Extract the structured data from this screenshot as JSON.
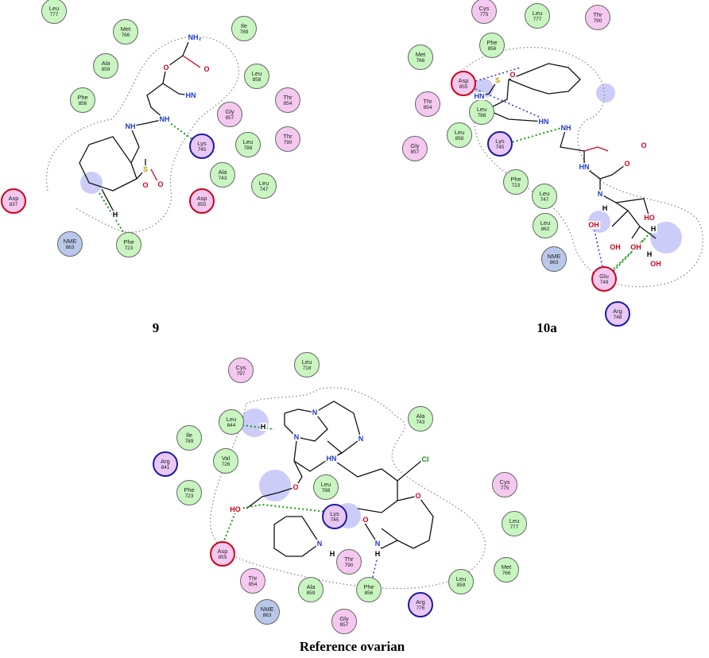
{
  "panels": {
    "p9": {
      "caption": "9",
      "residues": [
        {
          "n": "Leu",
          "i": "777",
          "t": "hydro"
        },
        {
          "n": "Met",
          "i": "766",
          "t": "hydro"
        },
        {
          "n": "Ile",
          "i": "789",
          "t": "hydro"
        },
        {
          "n": "Ala",
          "i": "859",
          "t": "hydro"
        },
        {
          "n": "Phe",
          "i": "856",
          "t": "hydro"
        },
        {
          "n": "Leu",
          "i": "858",
          "t": "hydro"
        },
        {
          "n": "Thr",
          "i": "854",
          "t": "polar"
        },
        {
          "n": "Gly",
          "i": "857",
          "t": "polar"
        },
        {
          "n": "Lys",
          "i": "745",
          "t": "basic"
        },
        {
          "n": "Leu",
          "i": "788",
          "t": "hydro"
        },
        {
          "n": "Thr",
          "i": "790",
          "t": "polar"
        },
        {
          "n": "Ala",
          "i": "743",
          "t": "hydro"
        },
        {
          "n": "Leu",
          "i": "747",
          "t": "hydro"
        },
        {
          "n": "Asp",
          "i": "855",
          "t": "acid"
        },
        {
          "n": "Asp",
          "i": "837",
          "t": "acid"
        },
        {
          "n": "NME",
          "i": "863",
          "t": "other"
        },
        {
          "n": "Phe",
          "i": "723",
          "t": "hydro"
        }
      ],
      "atoms": [
        "NH₂",
        "O",
        "O",
        "HN",
        "NH",
        "NH",
        "O",
        "S",
        "O",
        "H"
      ]
    },
    "p10a": {
      "caption": "10a",
      "residues": [
        {
          "n": "Cys",
          "i": "775",
          "t": "polar"
        },
        {
          "n": "Leu",
          "i": "777",
          "t": "hydro"
        },
        {
          "n": "Thr",
          "i": "790",
          "t": "polar"
        },
        {
          "n": "Met",
          "i": "766",
          "t": "hydro"
        },
        {
          "n": "Phe",
          "i": "856",
          "t": "hydro"
        },
        {
          "n": "Asp",
          "i": "855",
          "t": "acid"
        },
        {
          "n": "Thr",
          "i": "854",
          "t": "polar"
        },
        {
          "n": "Leu",
          "i": "788",
          "t": "hydro"
        },
        {
          "n": "Lys",
          "i": "745",
          "t": "basic"
        },
        {
          "n": "Leu",
          "i": "858",
          "t": "hydro"
        },
        {
          "n": "Gly",
          "i": "857",
          "t": "polar"
        },
        {
          "n": "Phe",
          "i": "723",
          "t": "hydro"
        },
        {
          "n": "Leu",
          "i": "747",
          "t": "hydro"
        },
        {
          "n": "Leu",
          "i": "862",
          "t": "hydro"
        },
        {
          "n": "NME",
          "i": "863",
          "t": "other"
        },
        {
          "n": "Glu",
          "i": "749",
          "t": "acid"
        },
        {
          "n": "Arg",
          "i": "748",
          "t": "basic"
        }
      ],
      "atoms": [
        "O",
        "S",
        "HN",
        "HN",
        "NH",
        "O",
        "HN",
        "O",
        "N",
        "H",
        "OH",
        "HO",
        "H",
        "OH",
        "OH",
        "H",
        "OH"
      ]
    },
    "pref": {
      "caption": "Reference ovarian",
      "residues": [
        {
          "n": "Cys",
          "i": "797",
          "t": "polar"
        },
        {
          "n": "Leu",
          "i": "718",
          "t": "hydro"
        },
        {
          "n": "Ala",
          "i": "743",
          "t": "hydro"
        },
        {
          "n": "Leu",
          "i": "844",
          "t": "hydro"
        },
        {
          "n": "Ile",
          "i": "789",
          "t": "hydro"
        },
        {
          "n": "Arg",
          "i": "841",
          "t": "basic"
        },
        {
          "n": "Val",
          "i": "726",
          "t": "hydro"
        },
        {
          "n": "Phe",
          "i": "723",
          "t": "hydro"
        },
        {
          "n": "Leu",
          "i": "788",
          "t": "hydro"
        },
        {
          "n": "Lys",
          "i": "745",
          "t": "basic"
        },
        {
          "n": "Asp",
          "i": "855",
          "t": "acid"
        },
        {
          "n": "Thr",
          "i": "790",
          "t": "polar"
        },
        {
          "n": "Cys",
          "i": "775",
          "t": "polar"
        },
        {
          "n": "Leu",
          "i": "777",
          "t": "hydro"
        },
        {
          "n": "Met",
          "i": "766",
          "t": "hydro"
        },
        {
          "n": "Thr",
          "i": "854",
          "t": "polar"
        },
        {
          "n": "Ala",
          "i": "859",
          "t": "hydro"
        },
        {
          "n": "Phe",
          "i": "856",
          "t": "hydro"
        },
        {
          "n": "Leu",
          "i": "858",
          "t": "hydro"
        },
        {
          "n": "Arg",
          "i": "776",
          "t": "basic"
        },
        {
          "n": "NME",
          "i": "863",
          "t": "other"
        },
        {
          "n": "Gly",
          "i": "857",
          "t": "polar"
        }
      ],
      "atoms": [
        "N",
        "N",
        "N",
        "HN",
        "Cl",
        "O",
        "O",
        "HO",
        "O",
        "N",
        "N",
        "H",
        "H",
        "H"
      ]
    }
  },
  "colors": {
    "hydrophobic": "#c8f5c0",
    "polar": "#f5c8f0",
    "acidic_ring": "#d0001a",
    "basic_ring": "#1a1aa8",
    "other": "#b8c8e8",
    "hbond": "#1a9a1a",
    "backbone_hbond": "#3a3ad8",
    "nitrogen": "#1e3cc8",
    "oxygen": "#d0001a",
    "sulfur": "#b8a000",
    "chlorine": "#1a8a1a"
  }
}
